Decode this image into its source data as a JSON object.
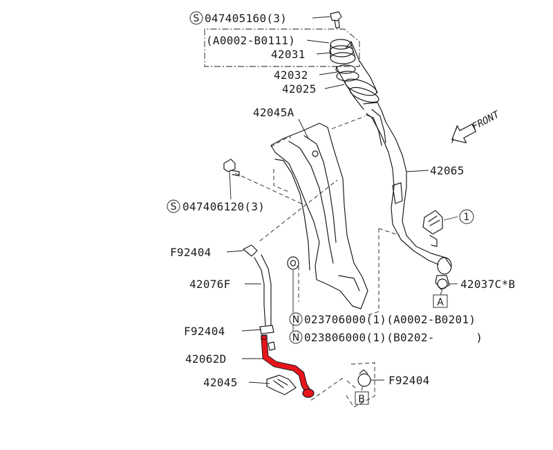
{
  "labels": {
    "l1_code": "S",
    "l1_text": "047405160(3)",
    "l2_text": "(A0002-B0111)",
    "l3_text": "42031",
    "l4_text": "42032",
    "l5_text": "42025",
    "l6_text": "42045A",
    "l7_text": "42065",
    "l8_text": "FRONT",
    "l9_code": "S",
    "l9_text": "047406120(3)",
    "l10_text": "F92404",
    "l11_text": "42076F",
    "l12_text": "F92404",
    "l13_text": "42062D",
    "l14_text": "42045",
    "l15_text": "42037C*B",
    "l16_code": "N",
    "l16_text": "023706000(1)(A0002-B0201)",
    "l17_code": "N",
    "l17_text": "023806000(1)(B0202-      )",
    "l18_text": "F92404",
    "ref_1": "1",
    "ref_A": "A",
    "ref_B": "B"
  },
  "colors": {
    "highlight": "#e8141b",
    "line": "#1a1a1a",
    "background": "#ffffff"
  }
}
